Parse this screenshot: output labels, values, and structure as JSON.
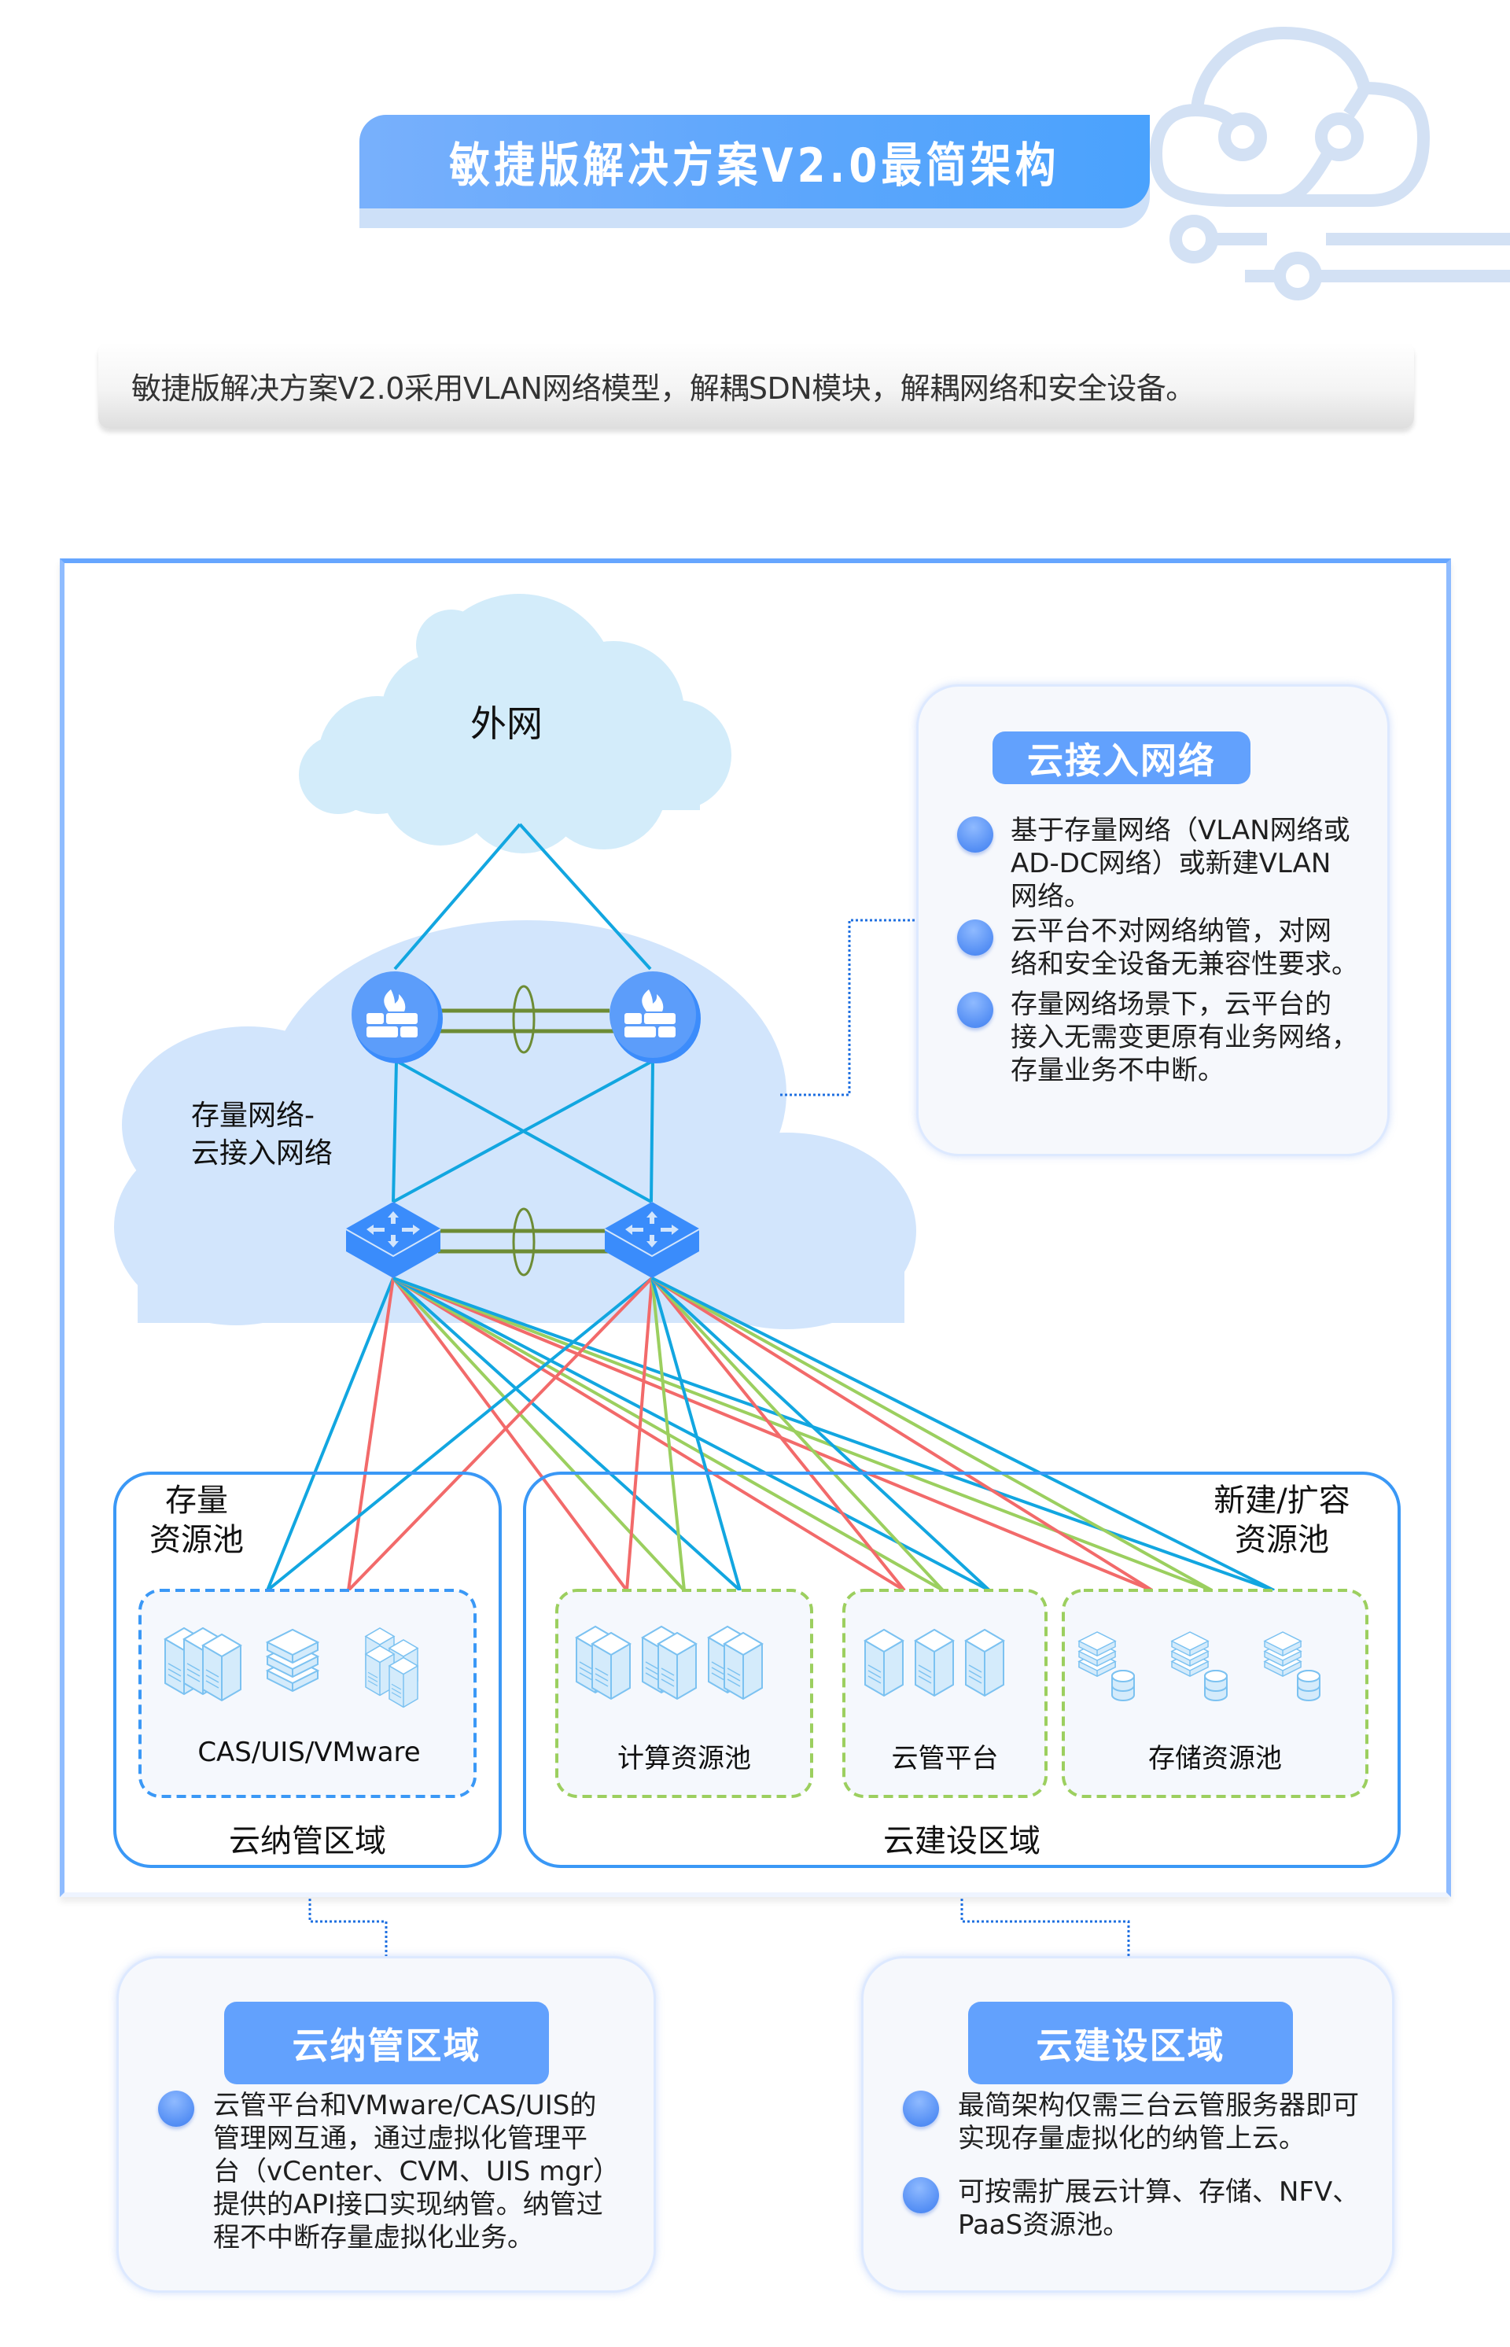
{
  "header": {
    "title": "敏捷版解决方案V2.0最简架构",
    "subtitle": "敏捷版解决方案V2.0采用VLAN网络模型，解耦SDN模块，解耦网络和安全设备。"
  },
  "diagram": {
    "external_cloud_label": "外网",
    "access_cloud_label_line1": "存量网络-",
    "access_cloud_label_line2": "云接入网络",
    "devices": {
      "firewalls": [
        "firewall-left",
        "firewall-right"
      ],
      "switches": [
        "switch-left",
        "switch-right"
      ]
    },
    "link_colors": {
      "blue": "#12a6e0",
      "red": "#f26a6a",
      "green": "#9bcf5f",
      "ha_link": "#6d8c35"
    },
    "regions": {
      "existing": {
        "pool_title_line1": "存量",
        "pool_title_line2": "资源池",
        "pool_label": "CAS/UIS/VMware",
        "region_label": "云纳管区域"
      },
      "new": {
        "pool_title_line1": "新建/扩容",
        "pool_title_line2": "资源池",
        "pools": [
          {
            "label": "计算资源池"
          },
          {
            "label": "云管平台"
          },
          {
            "label": "存储资源池"
          }
        ],
        "region_label": "云建设区域"
      }
    }
  },
  "cards": {
    "access_network": {
      "title": "云接入网络",
      "bullets": [
        [
          "基于存量网络（VLAN网络或",
          "AD-DC网络）或新建VLAN",
          "网络。"
        ],
        [
          "云平台不对网络纳管，对网",
          "络和安全设备无兼容性要求。"
        ],
        [
          "存量网络场景下，云平台的",
          "接入无需变更原有业务网络，",
          "存量业务不中断。"
        ]
      ]
    },
    "management_region": {
      "title": "云纳管区域",
      "bullets": [
        [
          "云管平台和VMware/CAS/UIS的",
          "管理网互通，通过虚拟化管理平",
          "台（vCenter、CVM、UIS mgr）",
          "提供的API接口实现纳管。纳管过",
          "程不中断存量虚拟化业务。"
        ]
      ]
    },
    "build_region": {
      "title": "云建设区域",
      "bullets": [
        [
          "最简架构仅需三台云管服务器即可",
          "实现存量虚拟化的纳管上云。"
        ],
        [
          "可按需扩展云计算、存储、NFV、",
          "PaaS资源池。"
        ]
      ]
    }
  }
}
